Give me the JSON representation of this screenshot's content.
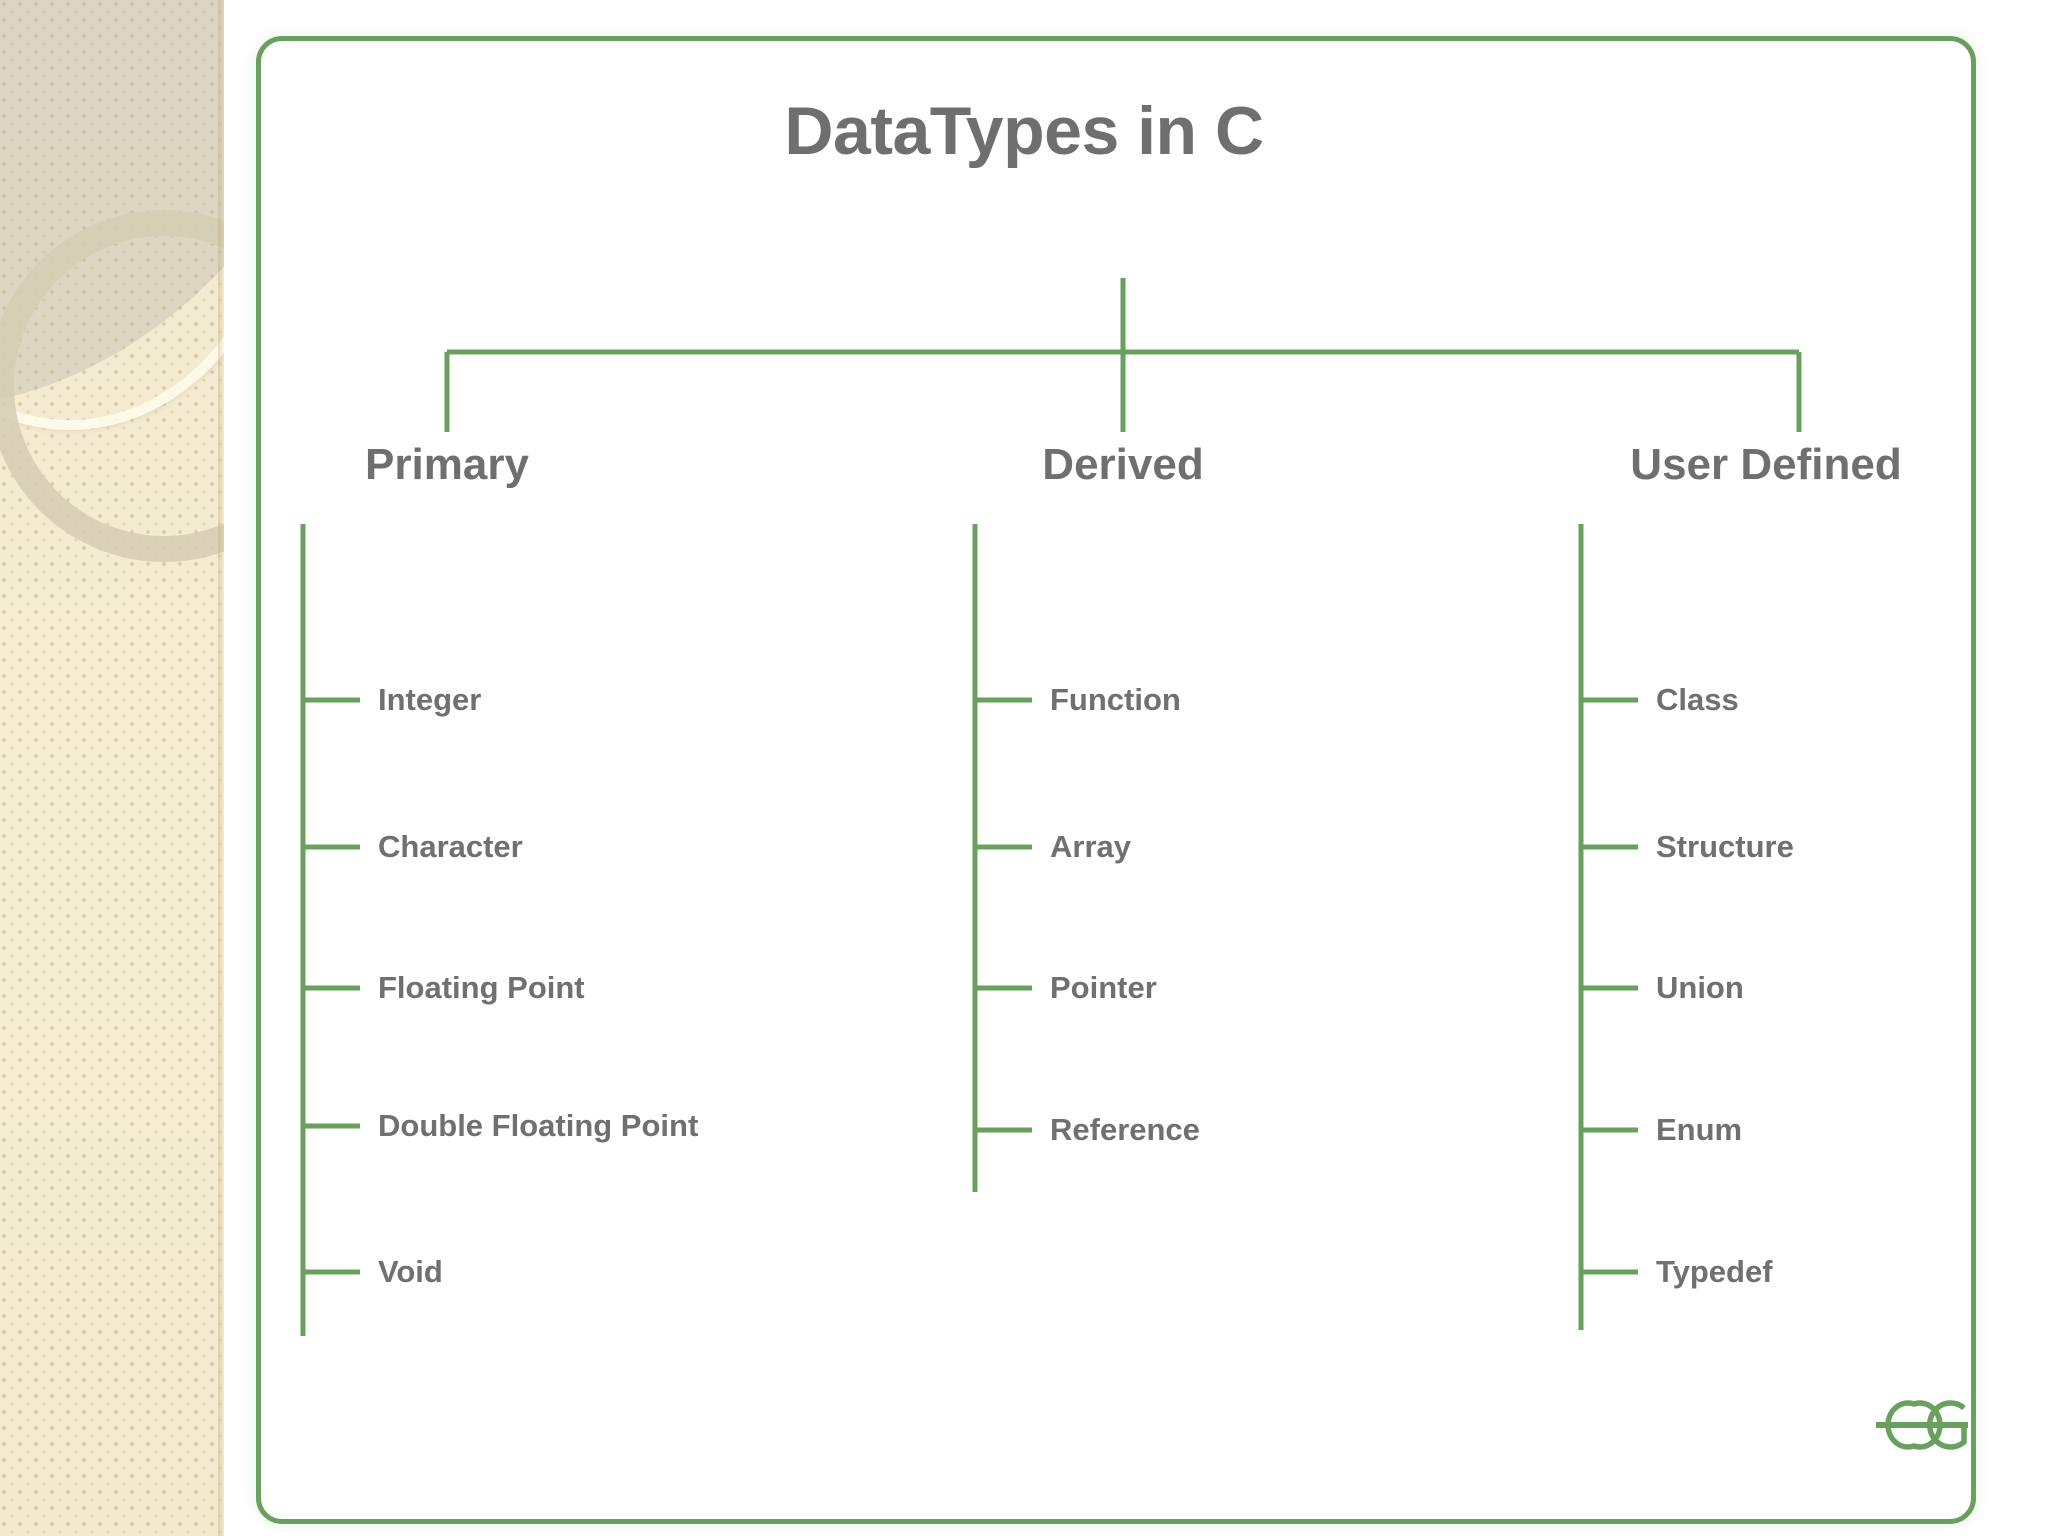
{
  "slide": {
    "background_color": "#ffffff",
    "accent_color": "#6aa05e",
    "text_color": "#6f6f6f",
    "panel_color": "#efe4c4"
  },
  "title": "DataTypes in C",
  "branches": [
    {
      "name": "Primary",
      "leaves": [
        "Integer",
        "Character",
        "Floating Point",
        "Double Floating Point",
        "Void"
      ]
    },
    {
      "name": "Derived",
      "leaves": [
        "Function",
        "Array",
        "Pointer",
        "Reference"
      ]
    },
    {
      "name": "User Defined",
      "leaves": [
        "Class",
        "Structure",
        "Union",
        "Enum",
        "Typedef"
      ]
    }
  ],
  "logo": {
    "name": "geeksforgeeks-logo",
    "text": "GG",
    "color": "#6aa05e"
  }
}
